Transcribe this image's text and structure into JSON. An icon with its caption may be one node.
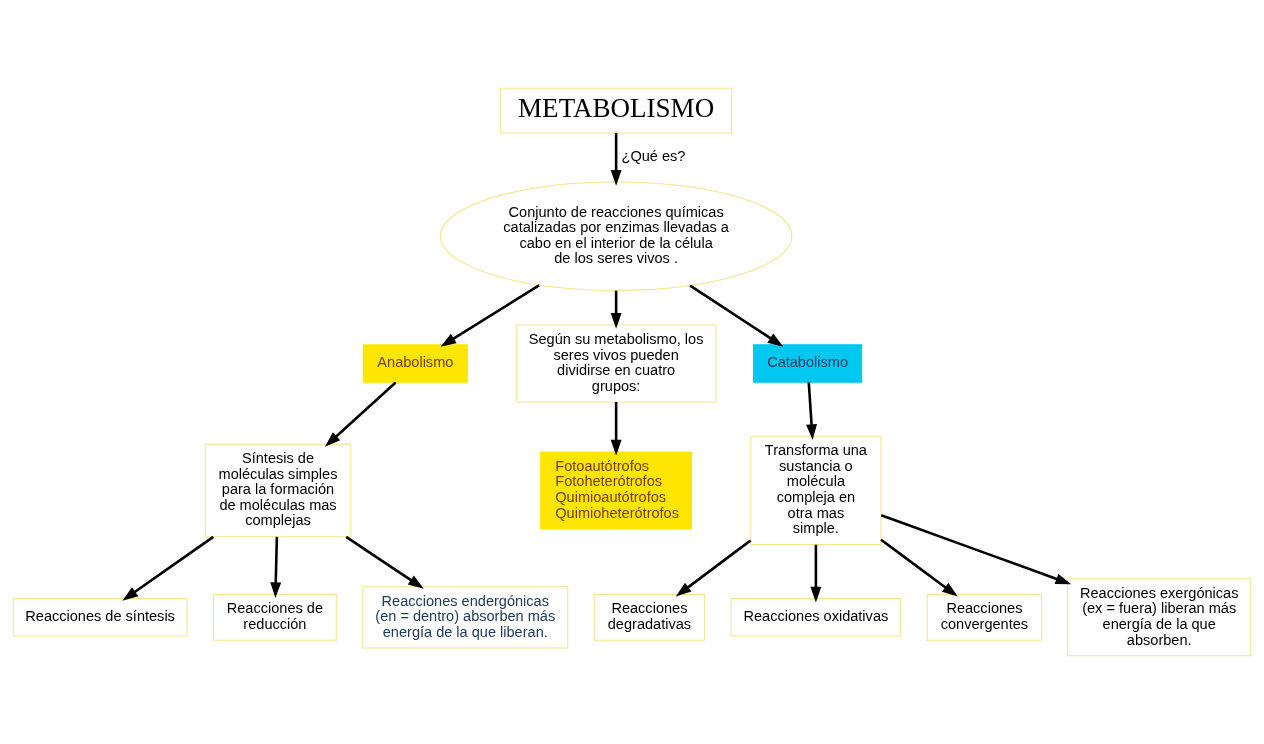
{
  "diagram": {
    "nodes": [
      {
        "text": [
          "METABOLISMO"
        ]
      },
      {
        "text": [
          "Conjunto de reacciones químicas catalizadas por enzimas llevadas a cabo en el interior de la célula de los seres vivos ."
        ]
      },
      {
        "text": [
          "Anabolismo"
        ]
      },
      {
        "text": [
          "Según su metabolismo, los seres vivos pueden dividirse en cuatro grupos:"
        ]
      },
      {
        "text": [
          "Catabolismo"
        ]
      },
      {
        "text": [
          "Síntesis de moléculas simples para la formación de moléculas mas complejas"
        ]
      },
      {
        "text": [
          "Reacciones de síntesis"
        ]
      },
      {
        "text": [
          "Reacciones de reducción"
        ]
      },
      {
        "text": [
          "Reacciones endergónicas (en = dentro) absorben más energía de la que liberan."
        ]
      },
      {
        "text": [
          "Fotoautótrofos",
          "Fotoheterótrofos",
          "Quimioautótrofos",
          "Quimioheterótrofos"
        ]
      },
      {
        "text": [
          "Transforma una sustancia o molécula compleja en otra mas simple."
        ]
      },
      {
        "text": [
          "Reacciones degradativas"
        ]
      },
      {
        "text": [
          "Reacciones oxidativas"
        ]
      },
      {
        "text": [
          "Reacciones convergentes"
        ]
      },
      {
        "text": [
          "Reacciones exergónicas (ex = fuera) liberan más energía de la que absorben."
        ]
      }
    ],
    "edges": [
      {
        "from": 0,
        "to": 1,
        "arrow": "to",
        "label": "¿Qué es?"
      },
      {
        "from": 1,
        "to": 2,
        "arrow": "to"
      },
      {
        "from": 1,
        "to": 3,
        "arrow": "to"
      },
      {
        "from": 1,
        "to": 4,
        "arrow": "to"
      },
      {
        "from": 2,
        "to": 5,
        "arrow": "to"
      },
      {
        "from": 5,
        "to": 6,
        "arrow": "to"
      },
      {
        "from": 5,
        "to": 7,
        "arrow": "to"
      },
      {
        "from": 5,
        "to": 8,
        "arrow": "to"
      },
      {
        "from": 3,
        "to": 9,
        "arrow": "to"
      },
      {
        "from": 4,
        "to": 10,
        "arrow": "to"
      },
      {
        "from": 10,
        "to": 11,
        "arrow": "to"
      },
      {
        "from": 10,
        "to": 12,
        "arrow": "to"
      },
      {
        "from": 10,
        "to": 13,
        "arrow": "to"
      },
      {
        "from": 10,
        "to": 14,
        "arrow": "to"
      }
    ]
  }
}
